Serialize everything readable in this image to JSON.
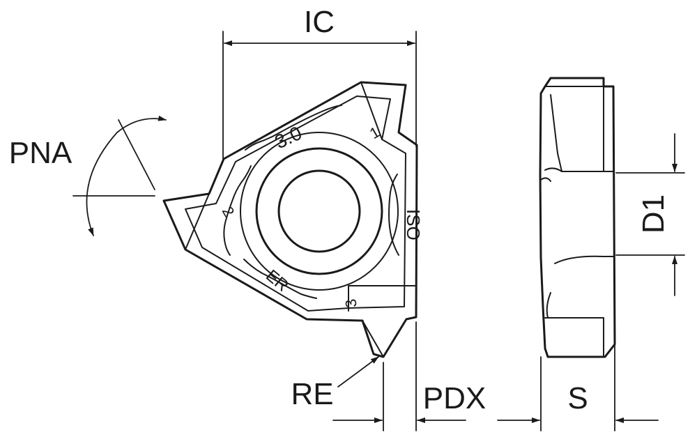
{
  "labels": {
    "ic": "IC",
    "pna": "PNA",
    "re": "RE",
    "pdx": "PDX",
    "s": "S",
    "d1": "D1"
  },
  "insert_markings": {
    "size": "3.0",
    "iso": "ISO",
    "hand": "ER",
    "corner_1": "1",
    "corner_2": "2",
    "corner_3": "3"
  }
}
